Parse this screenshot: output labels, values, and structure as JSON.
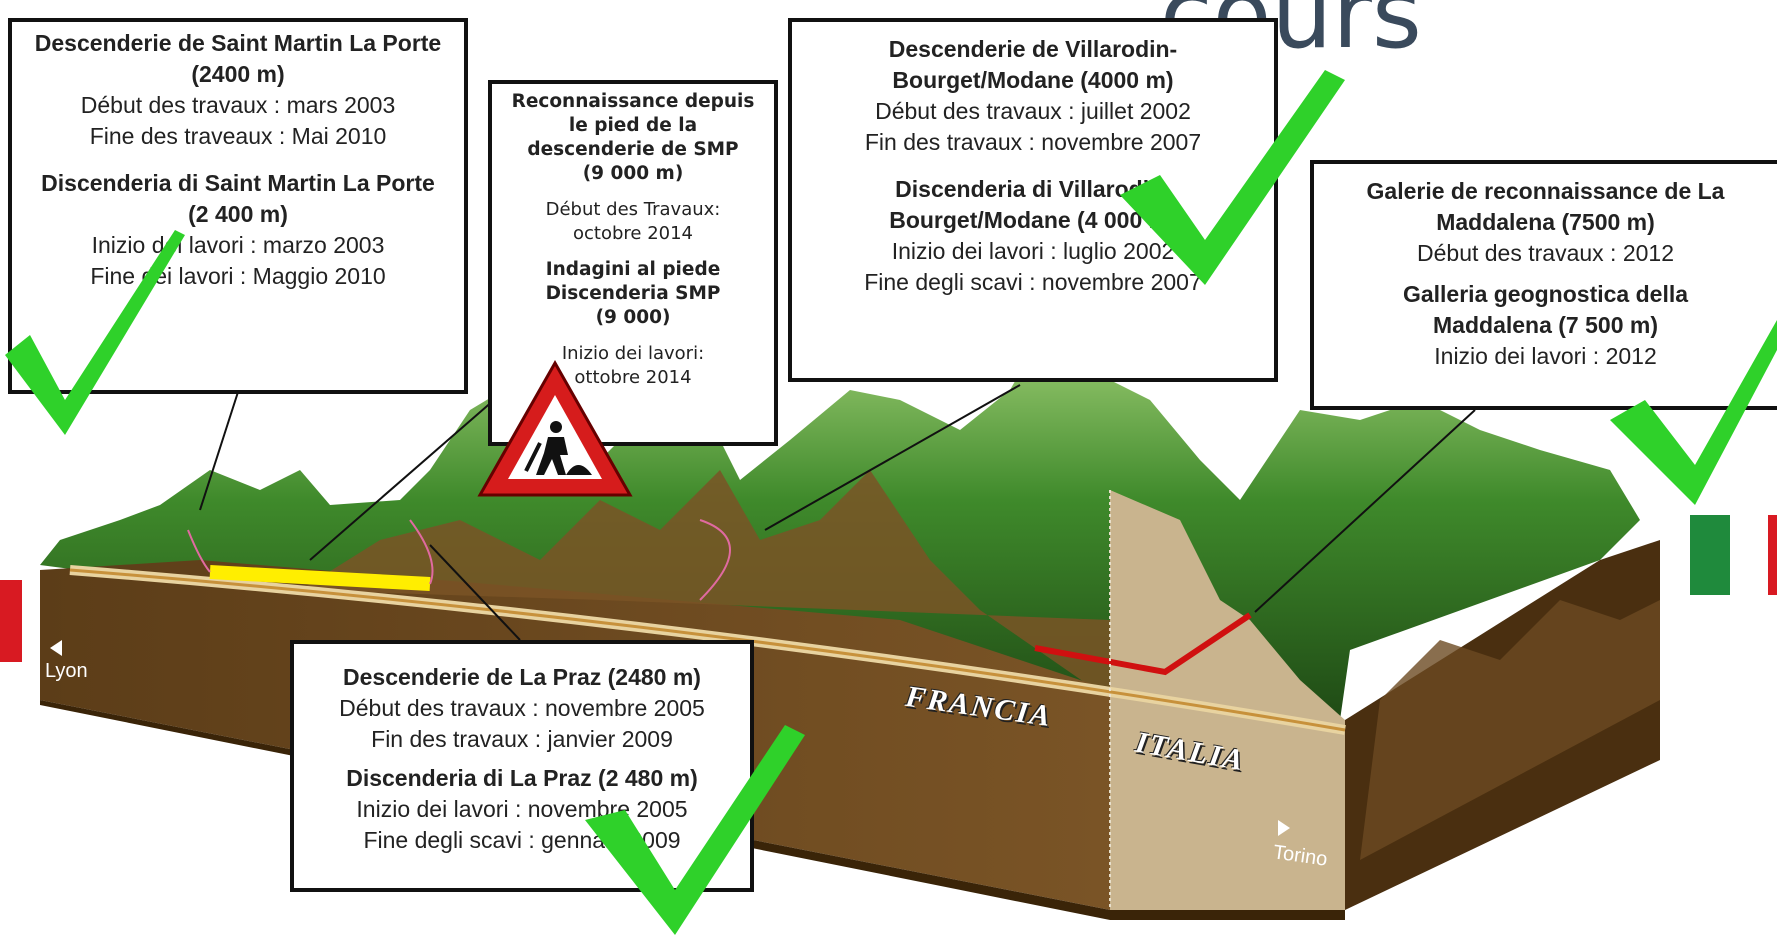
{
  "header": {
    "title_fragment": "cours"
  },
  "boxes": {
    "smp": {
      "lines": [
        "Descenderie de Saint Martin La Porte",
        "(2400 m)",
        "Début des travaux : mars 2003",
        "Fine des traveaux : Mai 2010",
        "Discenderia di Saint Martin La Porte",
        "(2 400 m)",
        "Inizio dei lavori  : marzo 2003",
        "Fine dei lavori : Maggio 2010"
      ]
    },
    "recon": {
      "lines": [
        "Reconnaissance depuis",
        "le pied de la",
        "descenderie de SMP",
        "(9 000 m)",
        "Début des Travaux:",
        "octobre 2014",
        "Indagini al piede",
        "Discenderia SMP",
        "(9 000)",
        "Inizio dei lavori:",
        "ottobre 2014"
      ]
    },
    "villarodin": {
      "lines": [
        "Descenderie de Villarodin-",
        "Bourget/Modane (4000 m)",
        "Début des travaux : juillet 2002",
        "Fin des travaux : novembre 2007",
        "Discenderia di Villarodin-",
        "Bourget/Modane (4 000 m)",
        "Inizio dei lavori : luglio 2002",
        "Fine degli scavi : novembre 2007"
      ]
    },
    "maddalena": {
      "lines": [
        "Galerie de reconnaissance de La",
        "Maddalena (7500 m)",
        "Début des travaux : 2012",
        "Galleria geognostica della",
        "Maddalena (7 500 m)",
        "Inizio dei lavori : 2012"
      ]
    },
    "lapraz": {
      "lines": [
        "Descenderie de La Praz (2480 m)",
        "Début des travaux : novembre 2005",
        "Fin des travaux : janvier 2009",
        "Discenderia di La Praz (2 480 m)",
        "Inizio dei lavori : novembre 2005",
        "Fine degli scavi : gennaio 2009"
      ]
    }
  },
  "labels": {
    "francia": "FRANCIA",
    "italia": "ITALIA",
    "lyon": "Lyon",
    "torino": "Torino"
  },
  "icons": [
    "checkmark-icon",
    "roadwork-warning-icon"
  ],
  "colors": {
    "check": "#2fd12a",
    "tunnel_done": "#ffee00",
    "tunnel_wip": "#d01010",
    "flag_green": "#1f8a3c",
    "flag_red": "#d81a22",
    "ground": "#6b4a22",
    "hills": "#3f8a2b"
  }
}
